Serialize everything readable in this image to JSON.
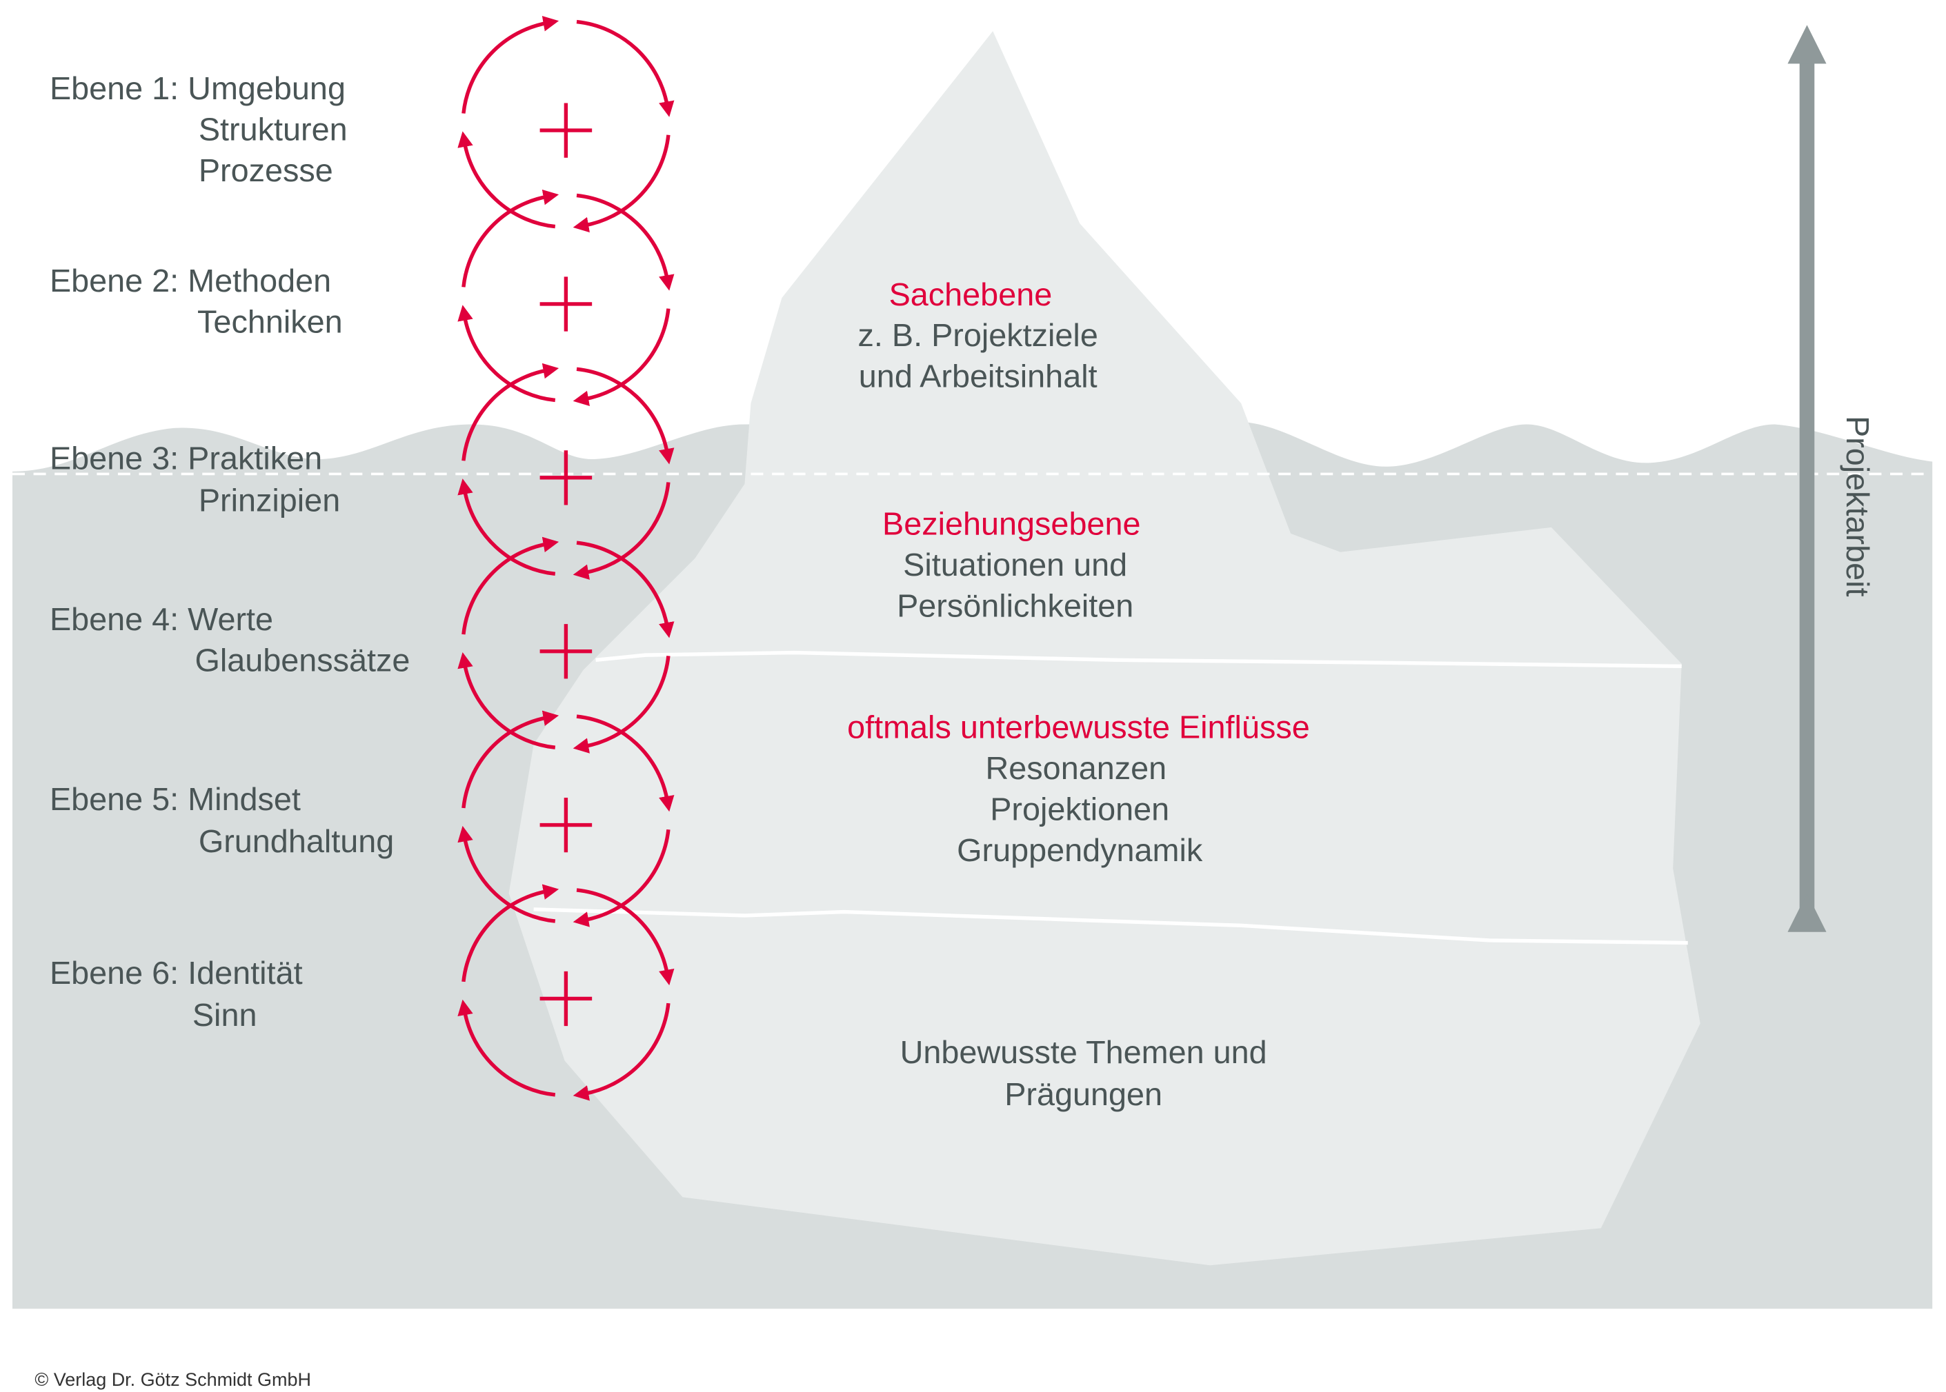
{
  "colors": {
    "red": "#e0003c",
    "text": "#4a5556",
    "water": "#d8dddd",
    "ice": "#e9ecec",
    "arrow": "#8f999a"
  },
  "levels": [
    {
      "title": "Ebene 1: Umgebung",
      "lines": [
        "Strukturen",
        "Prozesse"
      ]
    },
    {
      "title": "Ebene 2: Methoden",
      "lines": [
        "Techniken"
      ]
    },
    {
      "title": "Ebene 3: Praktiken",
      "lines": [
        "Prinzipien"
      ]
    },
    {
      "title": "Ebene 4: Werte",
      "lines": [
        "Glaubenssätze"
      ]
    },
    {
      "title": "Ebene 5: Mindset",
      "lines": [
        "Grundhaltung"
      ]
    },
    {
      "title": "Ebene 6: Identität",
      "lines": [
        "Sinn"
      ]
    }
  ],
  "iceberg": {
    "sach": {
      "heading": "Sachebene",
      "lines": [
        "z. B. Projektziele",
        "und Arbeitsinhalt"
      ]
    },
    "beziehung": {
      "heading": "Beziehungsebene",
      "lines": [
        "Situationen und",
        "Persönlichkeiten"
      ]
    },
    "unterbewusst": {
      "heading": "oftmals unterbewusste Einflüsse",
      "lines": [
        "Resonanzen",
        "Projektionen",
        "Gruppendynamik"
      ]
    },
    "unbewusst": {
      "lines": [
        "Unbewusste Themen und",
        "Prägungen"
      ]
    }
  },
  "axis_label": "Projektarbeit",
  "copyright": "© Verlag Dr. Götz Schmidt GmbH"
}
